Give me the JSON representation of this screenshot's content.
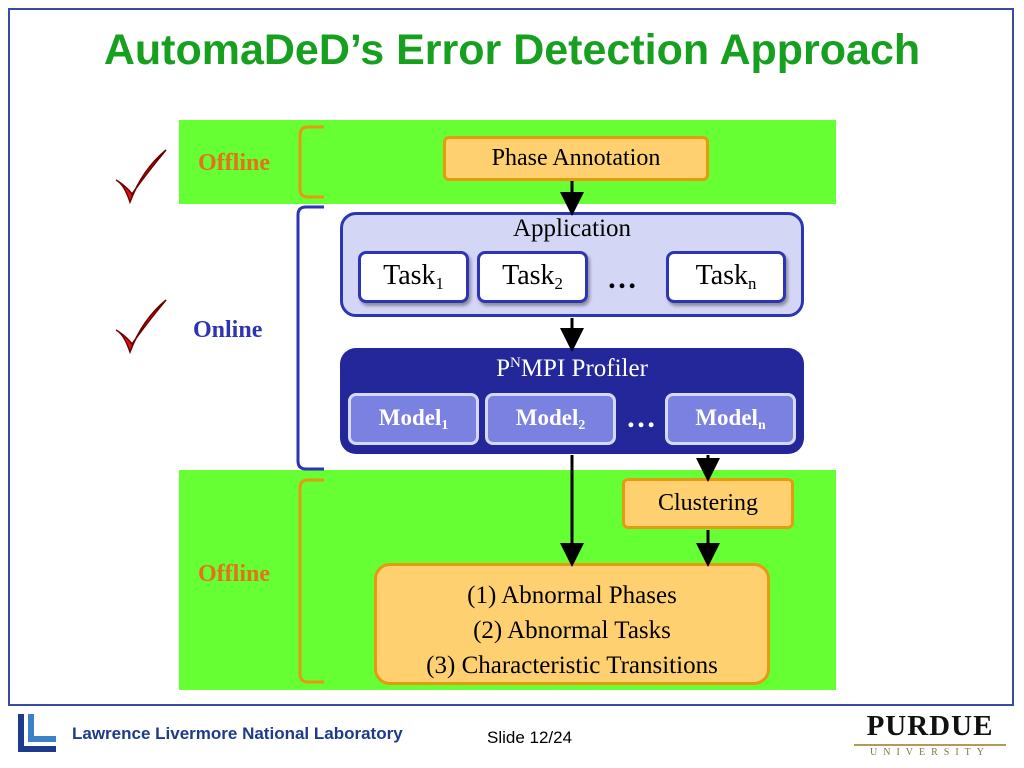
{
  "title": "AutomaDeD’s Error Detection Approach",
  "labels": {
    "offline_top": "Offline",
    "online": "Online",
    "offline_bottom": "Offline"
  },
  "phase_annotation": "Phase Annotation",
  "application": {
    "label": "Application",
    "tasks": [
      {
        "name": "Task",
        "sub": "1"
      },
      {
        "name": "Task",
        "sub": "2"
      },
      {
        "name": "Task",
        "sub": "n"
      }
    ],
    "ellipsis": "…"
  },
  "profiler": {
    "prefix": "P",
    "sup": "N",
    "rest": "MPI Profiler",
    "models": [
      {
        "name": "Model",
        "sub": "1"
      },
      {
        "name": "Model",
        "sub": "2"
      },
      {
        "name": "Model",
        "sub": "n"
      }
    ],
    "ellipsis": "…"
  },
  "clustering": "Clustering",
  "results": [
    "(1) Abnormal Phases",
    "(2) Abnormal Tasks",
    "(3) Characteristic Transitions"
  ],
  "footer": {
    "lab": "Lawrence Livermore National Laboratory",
    "slide": "Slide 12/24",
    "purdue": "PURDUE",
    "university": "UNIVERSITY"
  },
  "colors": {
    "title": "#17a020",
    "band": "#66ff33",
    "offline": "#e8701a",
    "online": "#2e35b4",
    "profiler": "#24279a",
    "check": "#e01010"
  }
}
